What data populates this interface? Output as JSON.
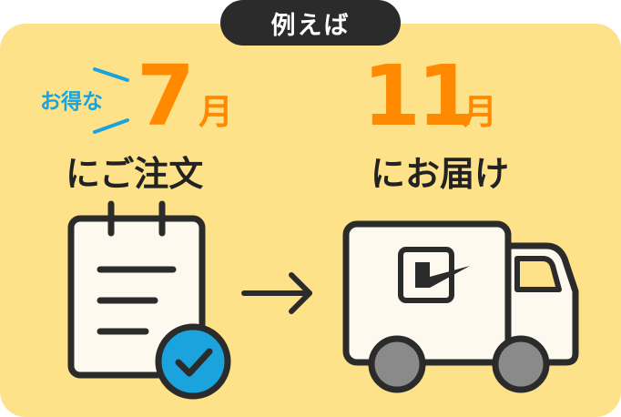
{
  "badge": {
    "label": "例えば"
  },
  "order": {
    "prefix": "お得な",
    "month_number": "7",
    "month_unit": "月",
    "action": "にご注文"
  },
  "delivery": {
    "month_number": "11",
    "month_unit": "月",
    "action": "にお届け"
  },
  "colors": {
    "panel": "#fde289",
    "accent": "#ff8a00",
    "blue": "#1aa3dd",
    "dark": "#2b2b2b"
  },
  "icons": [
    "calendar-note-icon",
    "check-icon",
    "arrow-right-icon",
    "delivery-truck-icon"
  ]
}
